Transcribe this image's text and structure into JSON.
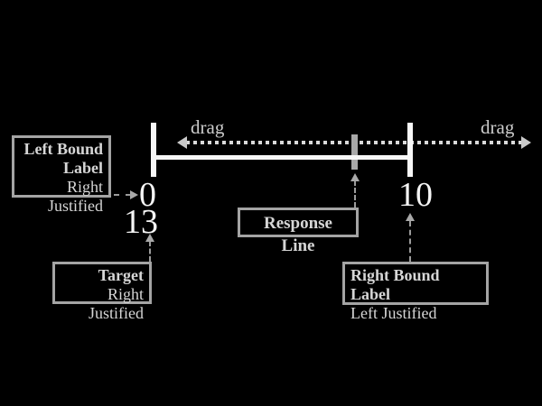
{
  "diagram": {
    "scale": {
      "left_bound_value": "0",
      "right_bound_value": "10",
      "target_value": "13"
    },
    "drag": {
      "left_label": "drag",
      "right_label": "drag"
    },
    "callouts": {
      "left_bound": {
        "title_line1": "Left Bound",
        "title_line2": "Label",
        "subtitle": "Right Justified"
      },
      "target": {
        "title": "Target",
        "subtitle": "Right Justified"
      },
      "response_line": {
        "title": "Response Line"
      },
      "right_bound": {
        "title": "Right Bound Label",
        "subtitle": "Left Justified"
      }
    },
    "colors": {
      "background": "#000000",
      "line_and_ticks": "#f7f7f7",
      "response_marker": "#a8a8a8",
      "drag_dots": "#d9d9d9",
      "drag_text": "#cccccc",
      "callout_border": "#a4a4a4",
      "callout_text": "#d6d6d6",
      "connector": "#9b9b9b",
      "number_text": "#f5f5f5"
    }
  }
}
